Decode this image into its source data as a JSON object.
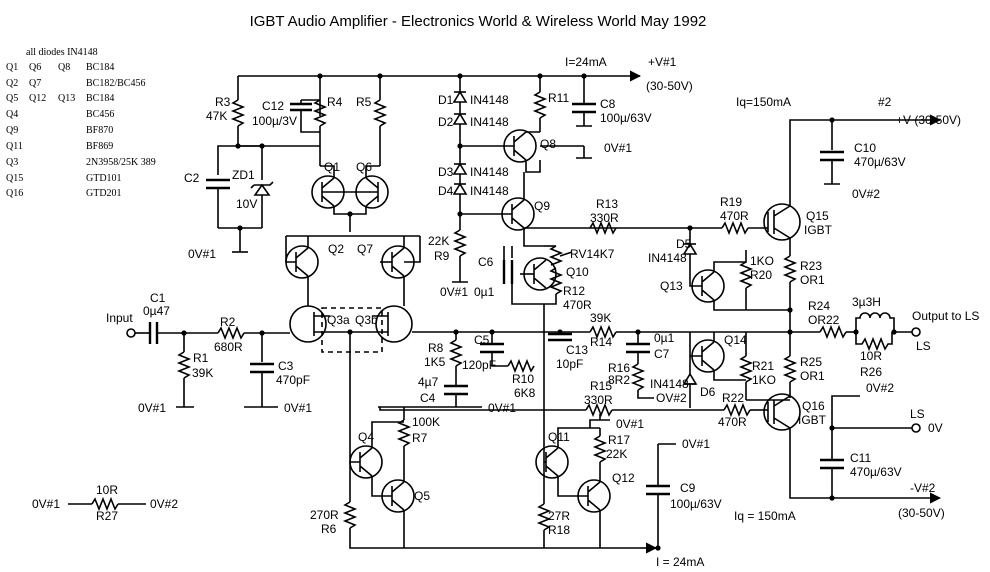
{
  "title": "IGBT Audio Amplifier - Electronics World & Wireless World May 1992",
  "parts_list": {
    "header": "all diodes IN4148",
    "rows": [
      {
        "refs": [
          "Q1",
          "Q6",
          "Q8"
        ],
        "part": "BC184"
      },
      {
        "refs": [
          "Q2",
          "Q7"
        ],
        "part": "BC182/BC456"
      },
      {
        "refs": [
          "Q5",
          "Q12",
          "Q13"
        ],
        "part": "BC184"
      },
      {
        "refs": [
          "Q4"
        ],
        "part": "BC456"
      },
      {
        "refs": [
          "Q9"
        ],
        "part": "BF870"
      },
      {
        "refs": [
          "Q11"
        ],
        "part": "BF869"
      },
      {
        "refs": [
          "Q3"
        ],
        "part": "2N3958/25K 389"
      },
      {
        "refs": [
          "Q15"
        ],
        "part": "GTD101"
      },
      {
        "refs": [
          "Q16"
        ],
        "part": "GTD201"
      }
    ]
  },
  "rails": {
    "i_top": "I=24mA",
    "vpos1": "+V#1",
    "vpos1_range": "(30-50V)",
    "iq_top": "Iq=150mA",
    "net2": "#2",
    "vpos2": "+V (30-50V)",
    "vneg2": "-V#2",
    "vneg2_range": "(30-50V)",
    "iq_bottom": "Iq = 150mA",
    "i_bottom": "I = 24mA"
  },
  "grounds": {
    "c2": "0V#1",
    "r1": "0V#1",
    "c3": "0V#1",
    "c4": "0V#1",
    "q8": "0V#1",
    "c6": "0V#1",
    "c9": "0V#1",
    "r17": "0V#1",
    "c10": "0V#2",
    "c11": "0V#2",
    "d6": "OV#2",
    "r27_left": "0V#1",
    "r27_right": "0V#2"
  },
  "io": {
    "input": "Input",
    "output": "Output to LS",
    "ls_top": "LS",
    "ls_bottom": "LS",
    "zero_v": "0V"
  },
  "components": {
    "R1": {
      "ref": "R1",
      "value": "39K"
    },
    "R2": {
      "ref": "R2",
      "value": "680R"
    },
    "R3": {
      "ref": "R3",
      "value": "47K"
    },
    "R4": {
      "ref": "R4"
    },
    "R5": {
      "ref": "R5"
    },
    "R6": {
      "ref": "R6",
      "value": "270R"
    },
    "R7": {
      "ref": "R7",
      "value": "100K"
    },
    "R8": {
      "ref": "R8",
      "value": "1K5"
    },
    "R9": {
      "ref": "R9",
      "value": "22K"
    },
    "R10": {
      "ref": "R10",
      "value": "6K8"
    },
    "R11": {
      "ref": "R11"
    },
    "R12": {
      "ref": "R12",
      "value": "470R"
    },
    "R13": {
      "ref": "R13",
      "value": "330R"
    },
    "R14": {
      "ref": "R14",
      "value": "39K"
    },
    "R15": {
      "ref": "R15",
      "value": "330R"
    },
    "R16": {
      "ref": "R16",
      "value": "8R2"
    },
    "R17": {
      "ref": "R17",
      "value": "22K"
    },
    "R18": {
      "ref": "R18",
      "value": "27R"
    },
    "R19": {
      "ref": "R19",
      "value": "470R"
    },
    "R20": {
      "ref": "R20",
      "value": "1KO"
    },
    "R21": {
      "ref": "R21",
      "value": "1KO"
    },
    "R22": {
      "ref": "R22",
      "value": "470R"
    },
    "R23": {
      "ref": "R23",
      "value": "OR1"
    },
    "R24": {
      "ref": "R24",
      "value": "OR22"
    },
    "R25": {
      "ref": "R25",
      "value": "OR1"
    },
    "R26": {
      "ref": "R26",
      "value": "10R"
    },
    "R27": {
      "ref": "R27",
      "value": "10R"
    },
    "RV": {
      "ref": "RV14K7"
    },
    "C1": {
      "ref": "C1",
      "value": "0µ47"
    },
    "C2": {
      "ref": "C2"
    },
    "C3": {
      "ref": "C3",
      "value": "470pF"
    },
    "C4": {
      "ref": "C4",
      "value": "4µ7"
    },
    "C5": {
      "ref": "C5",
      "value": "120pF"
    },
    "C6": {
      "ref": "C6",
      "value": "0µ1"
    },
    "C7": {
      "ref": "C7",
      "value": "0µ1"
    },
    "C8": {
      "ref": "C8",
      "value": "100µ/63V"
    },
    "C9": {
      "ref": "C9",
      "value": "100µ/63V"
    },
    "C10": {
      "ref": "C10",
      "value": "470µ/63V"
    },
    "C11": {
      "ref": "C11",
      "value": "470µ/63V"
    },
    "C12": {
      "ref": "C12",
      "value": "100µ/3V"
    },
    "C13": {
      "ref": "C13",
      "value": "10pF"
    },
    "D1": {
      "ref": "D1",
      "value": "IN4148"
    },
    "D2": {
      "ref": "D2",
      "value": "IN4148"
    },
    "D3": {
      "ref": "D3",
      "value": "IN4148"
    },
    "D4": {
      "ref": "D4",
      "value": "IN4148"
    },
    "D5": {
      "ref": "D5",
      "value": "IN4148"
    },
    "D6": {
      "ref": "D6",
      "value": "IN4148"
    },
    "ZD1": {
      "ref": "ZD1",
      "value": "10V"
    },
    "L1": {
      "value": "3µ3H"
    },
    "Q1": "Q1",
    "Q2": "Q2",
    "Q3a": "Q3a",
    "Q3b": "Q3b",
    "Q4": "Q4",
    "Q5": "Q5",
    "Q6": "Q6",
    "Q7": "Q7",
    "Q8": "Q8",
    "Q9": "Q9",
    "Q10": "Q10",
    "Q11": "Q11",
    "Q12": "Q12",
    "Q13": "Q13",
    "Q14": "Q14",
    "Q15": {
      "ref": "Q15",
      "type": "IGBT"
    },
    "Q16": {
      "ref": "Q16",
      "type": "IGBT"
    }
  }
}
